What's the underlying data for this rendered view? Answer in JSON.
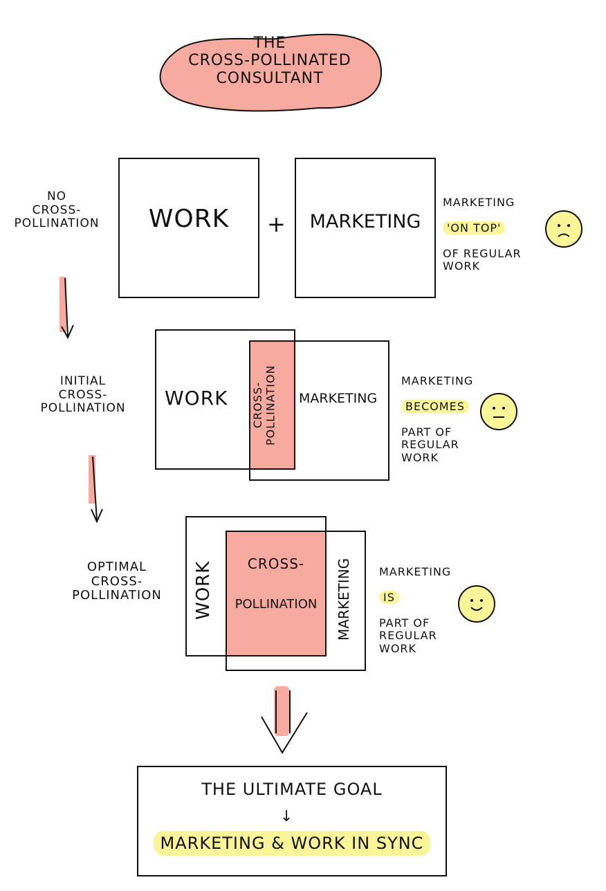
{
  "title": "THE\nCROSS-POLLINATED\nCONSULTANT",
  "stages": [
    {
      "label": "NO\nCROSS-\nPOLLINATION",
      "work": "WORK",
      "plus": "+",
      "marketing": "MARKETING",
      "note_pre": "MARKETING",
      "note_hl": "'ON TOP'",
      "note_post": "OF REGULAR\nWORK",
      "mood": "sad"
    },
    {
      "label": "INITIAL\nCROSS-\nPOLLINATION",
      "work": "WORK",
      "overlap": "CROSS-\nPOLLINATION",
      "marketing": "MARKETING",
      "note_pre": "MARKETING",
      "note_hl": "BECOMES",
      "note_post": "PART OF\nREGULAR\nWORK",
      "mood": "neutral"
    },
    {
      "label": "OPTIMAL\nCROSS-\nPOLLINATION",
      "work": "WORK",
      "overlap_a": "CROSS-",
      "overlap_b": "POLLINATION",
      "marketing": "MARKETING",
      "note_pre": "MARKETING",
      "note_hl": "IS",
      "note_post": "PART OF\nREGULAR\nWORK",
      "mood": "happy"
    }
  ],
  "goal": {
    "title": "THE ULTIMATE GOAL",
    "arrow": "↓",
    "text": "MARKETING & WORK IN SYNC"
  }
}
